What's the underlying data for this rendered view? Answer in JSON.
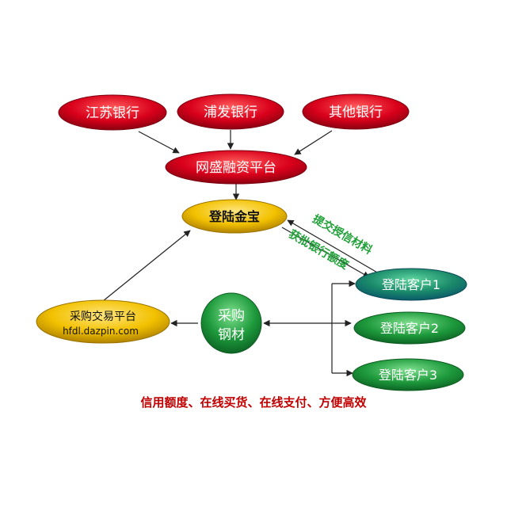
{
  "colors": {
    "red_node": "#d9001b",
    "gold_node": "#f2c100",
    "green_node": "#1e9a3c",
    "teal_node": "#1a8a8a",
    "arrow": "#222222",
    "label_green": "#22a03a",
    "caption_red": "#c00000"
  },
  "nodes": {
    "jiangsu_bank": "江苏银行",
    "pufa_bank": "浦发银行",
    "other_bank": "其他银行",
    "wangsheng_platform": "网盛融资平台",
    "login_jinbao": "登陆金宝",
    "procurement_platform": "采购交易平台",
    "procurement_url": "hfdl.dazpin.com",
    "purchase_steel_line1": "采购",
    "purchase_steel_line2": "钢材",
    "login_client_1": "登陆客户1",
    "login_client_2": "登陆客户2",
    "login_client_3": "登陆客户3"
  },
  "edge_labels": {
    "submit_credit_materials": "提交授信材料",
    "obtain_bank_credit": "获批银行额度"
  },
  "caption": "信用额度、在线买货、在线支付、方便高效"
}
